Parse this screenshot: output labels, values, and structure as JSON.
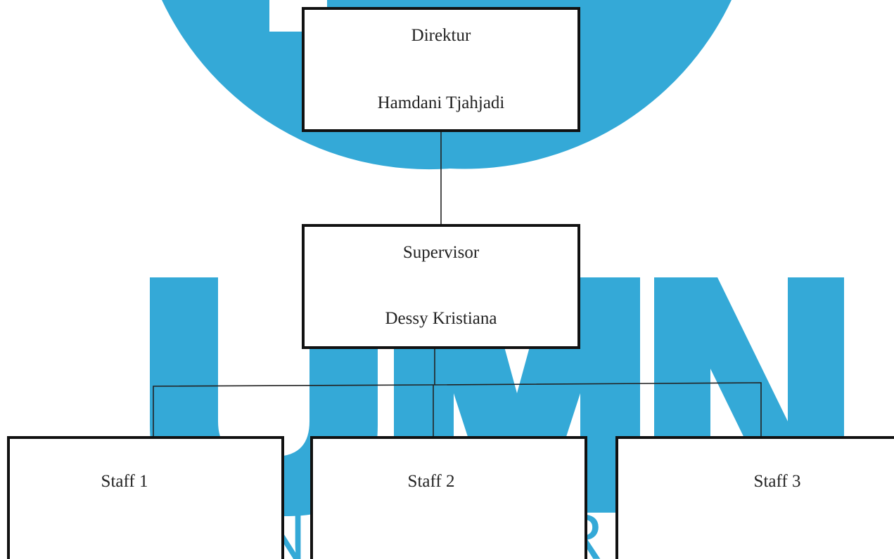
{
  "watermark": {
    "logo": "UMN",
    "text": "UNIVERSITAS",
    "color": "#34a9d7"
  },
  "diagram": {
    "type": "org-chart",
    "line_color": "#222222",
    "border_color": "#111111",
    "nodes": {
      "direktur": {
        "role": "Direktur",
        "person": "Hamdani Tjahjadi"
      },
      "supervisor": {
        "role": "Supervisor",
        "person": "Dessy Kristiana"
      },
      "staff": [
        {
          "role": "Staff 1"
        },
        {
          "role": "Staff 2"
        },
        {
          "role": "Staff 3"
        }
      ]
    },
    "edges": [
      [
        "direktur",
        "supervisor"
      ],
      [
        "supervisor",
        "staff.0"
      ],
      [
        "supervisor",
        "staff.1"
      ],
      [
        "supervisor",
        "staff.2"
      ]
    ]
  }
}
